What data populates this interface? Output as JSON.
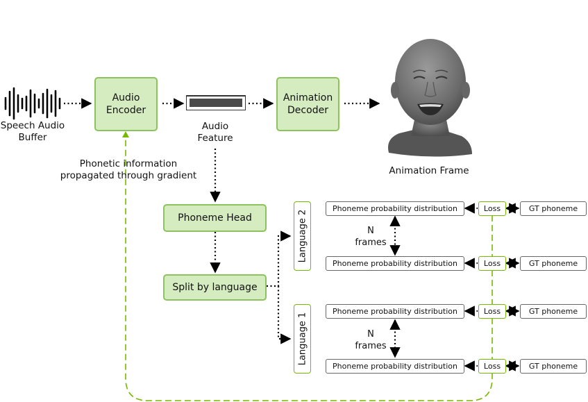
{
  "colors": {
    "accent": "#76b900",
    "box_fill": "#d5ebc0",
    "box_border": "#8cc35e"
  },
  "input": {
    "label": "Speech Audio\nBuffer",
    "icon": "waveform-icon"
  },
  "audio_encoder": {
    "label": "Audio\nEncoder"
  },
  "audio_feature": {
    "label": "Audio\nFeature"
  },
  "animation_decoder": {
    "label": "Animation\nDecoder"
  },
  "animation_frame": {
    "label": "Animation Frame",
    "icon": "face-render-icon"
  },
  "gradient_note": {
    "label": "Phonetic information\npropagated through gradient"
  },
  "phoneme_head": {
    "label": "Phoneme Head"
  },
  "split": {
    "label": "Split by language"
  },
  "languages": [
    {
      "label": "Language 2",
      "frames_label": "N\nframes",
      "rows": [
        {
          "dist": "Phoneme probability  distribution",
          "loss": "Loss",
          "gt": "GT phoneme"
        },
        {
          "dist": "Phoneme probability  distribution",
          "loss": "Loss",
          "gt": "GT phoneme"
        }
      ]
    },
    {
      "label": "Language 1",
      "frames_label": "N\nframes",
      "rows": [
        {
          "dist": "Phoneme probability  distribution",
          "loss": "Loss",
          "gt": "GT phoneme"
        },
        {
          "dist": "Phoneme probability  distribution",
          "loss": "Loss",
          "gt": "GT phoneme"
        }
      ]
    }
  ]
}
